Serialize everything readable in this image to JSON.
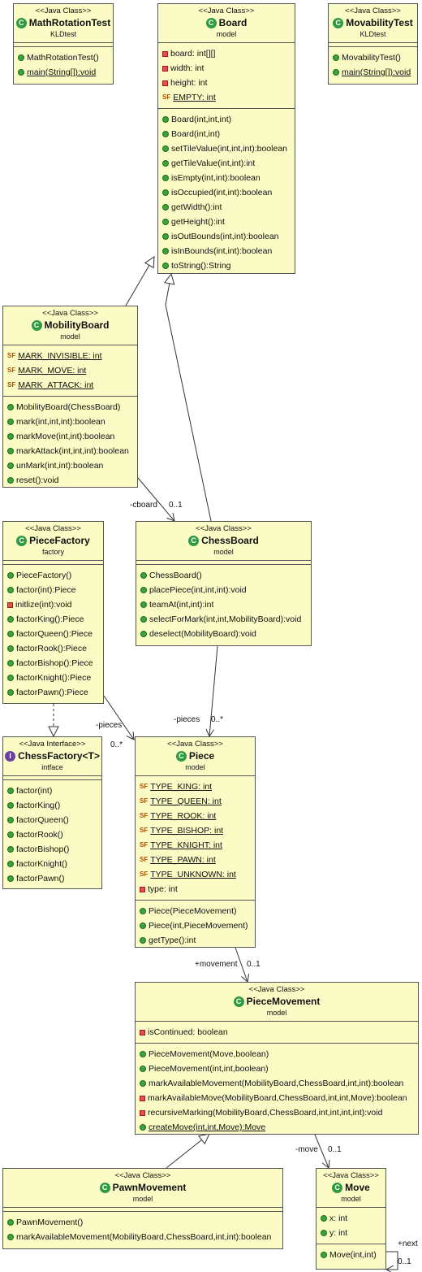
{
  "classes": {
    "math_rotation_test": {
      "stereotype": "<<Java Class>>",
      "name": "MathRotationTest",
      "package": "KLDtest",
      "fields": [],
      "methods": [
        "MathRotationTest()",
        "main(String[]):void"
      ]
    },
    "board": {
      "stereotype": "<<Java Class>>",
      "name": "Board",
      "package": "model",
      "fields": [
        "board: int[][]",
        "width: int",
        "height: int",
        "EMPTY: int"
      ],
      "methods": [
        "Board(int,int,int)",
        "Board(int,int)",
        "setTileValue(int,int,int):boolean",
        "getTileValue(int,int):int",
        "isEmpty(int,int):boolean",
        "isOccupied(int,int):boolean",
        "getWidth():int",
        "getHeight():int",
        "isOutBounds(int,int):boolean",
        "isInBounds(int,int):boolean",
        "toString():String"
      ]
    },
    "movability_test": {
      "stereotype": "<<Java Class>>",
      "name": "MovabilityTest",
      "package": "KLDtest",
      "fields": [],
      "methods": [
        "MovabilityTest()",
        "main(String[]):void"
      ]
    },
    "mobility_board": {
      "stereotype": "<<Java Class>>",
      "name": "MobilityBoard",
      "package": "model",
      "fields": [
        "MARK_INVISIBLE: int",
        "MARK_MOVE: int",
        "MARK_ATTACK: int"
      ],
      "methods": [
        "MobilityBoard(ChessBoard)",
        "mark(int,int,int):boolean",
        "markMove(int,int):boolean",
        "markAttack(int,int,int):boolean",
        "unMark(int,int):boolean",
        "reset():void"
      ]
    },
    "piece_factory": {
      "stereotype": "<<Java Class>>",
      "name": "PieceFactory",
      "package": "factory",
      "fields": [],
      "methods": [
        "PieceFactory()",
        "factor(int):Piece",
        "initlize(int):void",
        "factorKing():Piece",
        "factorQueen():Piece",
        "factorRook():Piece",
        "factorBishop():Piece",
        "factorKnight():Piece",
        "factorPawn():Piece"
      ]
    },
    "chess_board": {
      "stereotype": "<<Java Class>>",
      "name": "ChessBoard",
      "package": "model",
      "fields": [],
      "methods": [
        "ChessBoard()",
        "placePiece(int,int,int):void",
        "teamAt(int,int):int",
        "selectForMark(int,int,MobilityBoard):void",
        "deselect(MobilityBoard):void"
      ]
    },
    "chess_factory": {
      "stereotype": "<<Java Interface>>",
      "name": "ChessFactory<T>",
      "package": "intface",
      "fields": [],
      "methods": [
        "factor(int)",
        "factorKing()",
        "factorQueen()",
        "factorRook()",
        "factorBishop()",
        "factorKnight()",
        "factorPawn()"
      ]
    },
    "piece": {
      "stereotype": "<<Java Class>>",
      "name": "Piece",
      "package": "model",
      "fields": [
        "TYPE_KING: int",
        "TYPE_QUEEN: int",
        "TYPE_ROOK: int",
        "TYPE_BISHOP: int",
        "TYPE_KNIGHT: int",
        "TYPE_PAWN: int",
        "TYPE_UNKNOWN: int",
        "type: int"
      ],
      "methods": [
        "Piece(PieceMovement)",
        "Piece(int,PieceMovement)",
        "getType():int"
      ]
    },
    "piece_movement": {
      "stereotype": "<<Java Class>>",
      "name": "PieceMovement",
      "package": "model",
      "fields": [
        "isContinued: boolean"
      ],
      "methods": [
        "PieceMovement(Move,boolean)",
        "PieceMovement(int,int,boolean)",
        "markAvailableMovement(MobilityBoard,ChessBoard,int,int):boolean",
        "markAvailableMove(MobilityBoard,ChessBoard,int,int,Move):boolean",
        "recursiveMarking(MobilityBoard,ChessBoard,int,int,int,int):void",
        "createMove(int,int,Move):Move"
      ]
    },
    "pawn_movement": {
      "stereotype": "<<Java Class>>",
      "name": "PawnMovement",
      "package": "model",
      "fields": [],
      "methods": [
        "PawnMovement()",
        "markAvailableMovement(MobilityBoard,ChessBoard,int,int):boolean"
      ]
    },
    "move": {
      "stereotype": "<<Java Class>>",
      "name": "Move",
      "package": "model",
      "fields": [
        "x: int",
        "y: int"
      ],
      "methods": [
        "Move(int,int)"
      ]
    }
  },
  "associations": {
    "cboard_role": "-cboard",
    "cboard_mult": "0..1",
    "pieces_role_factory": "-pieces",
    "pieces_mult_factory": "0..*",
    "pieces_role_board": "-pieces",
    "pieces_mult_board": "0..*",
    "movement_role": "+movement",
    "movement_mult": "0..1",
    "move_role": "-move",
    "move_mult": "0..1",
    "next_role": "+next",
    "next_mult": "0..1"
  },
  "colors": {
    "class_fill": "#fbfbc5",
    "public_icon": "#3aa33a",
    "private_icon": "#e05050",
    "class_icon": "#2e9b40",
    "interface_icon": "#6a3fa5"
  }
}
